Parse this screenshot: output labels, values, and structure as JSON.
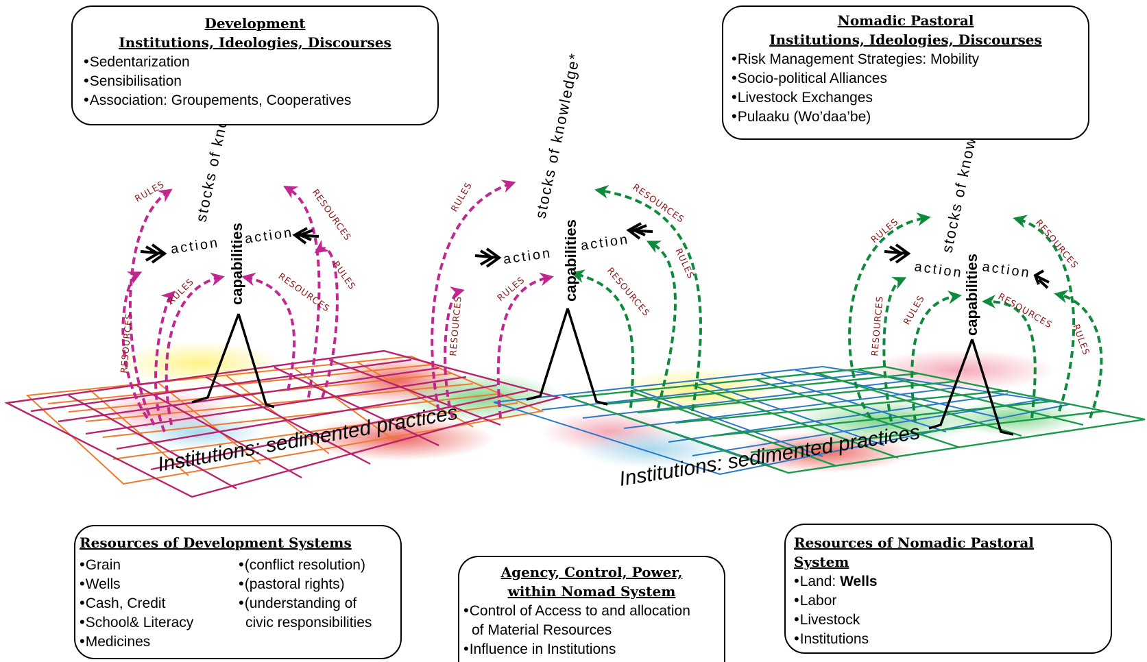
{
  "dev_box": {
    "title1": "Development",
    "title2": "Institutions,  Ideologies, Discourses",
    "items": [
      "Sedentarization",
      "Sensibilisation",
      "Association:   Groupements, Cooperatives"
    ]
  },
  "nomad_box": {
    "title1": "Nomadic Pastoral",
    "title2": "Institutions, Ideologies, Discourses",
    "items": [
      "Risk Management Strategies:  Mobility",
      "Socio-political Alliances",
      "Livestock Exchanges",
      "Pulaaku (Wo’daa’be)"
    ]
  },
  "res_dev_box": {
    "title": "Resources of Development Systems",
    "col1": [
      "Grain",
      "Wells",
      "Cash, Credit",
      "School& Literacy",
      "Medicines"
    ],
    "col2": [
      "(conflict resolution)",
      "(pastoral rights)",
      "(understanding of"
    ],
    "col2_cont": "civic responsibilities"
  },
  "agency_box": {
    "title1": "Agency, Control, Power,",
    "title2": "within Nomad System",
    "item1": "Control of Access to and allocation",
    "item1_cont": "of Material Resources",
    "item2": "Influence in Institutions"
  },
  "res_nomad_box": {
    "title1": "Resources of Nomadic Pastoral",
    "title2": "System",
    "item_land": "Land:",
    "item_land_bold": "Wells",
    "items": [
      "Labor",
      "Livestock",
      "Institutions"
    ]
  },
  "figure": {
    "stocks_label": "stocks of knowledge*",
    "capabilities_label": "capabilities",
    "action_label": "action",
    "rules_label": "RULES",
    "resources_label": "RESOURCES",
    "institutions_label": "Institutions:  sedimented practices"
  },
  "colors": {
    "magenta": "#c0288f",
    "green": "#0f8a3c",
    "label_red": "#8b1a1a",
    "grid_magenta": "#b8236b",
    "grid_orange": "#f07a2a",
    "grid_green": "#1a9a4a",
    "grid_blue": "#2a78c8"
  }
}
